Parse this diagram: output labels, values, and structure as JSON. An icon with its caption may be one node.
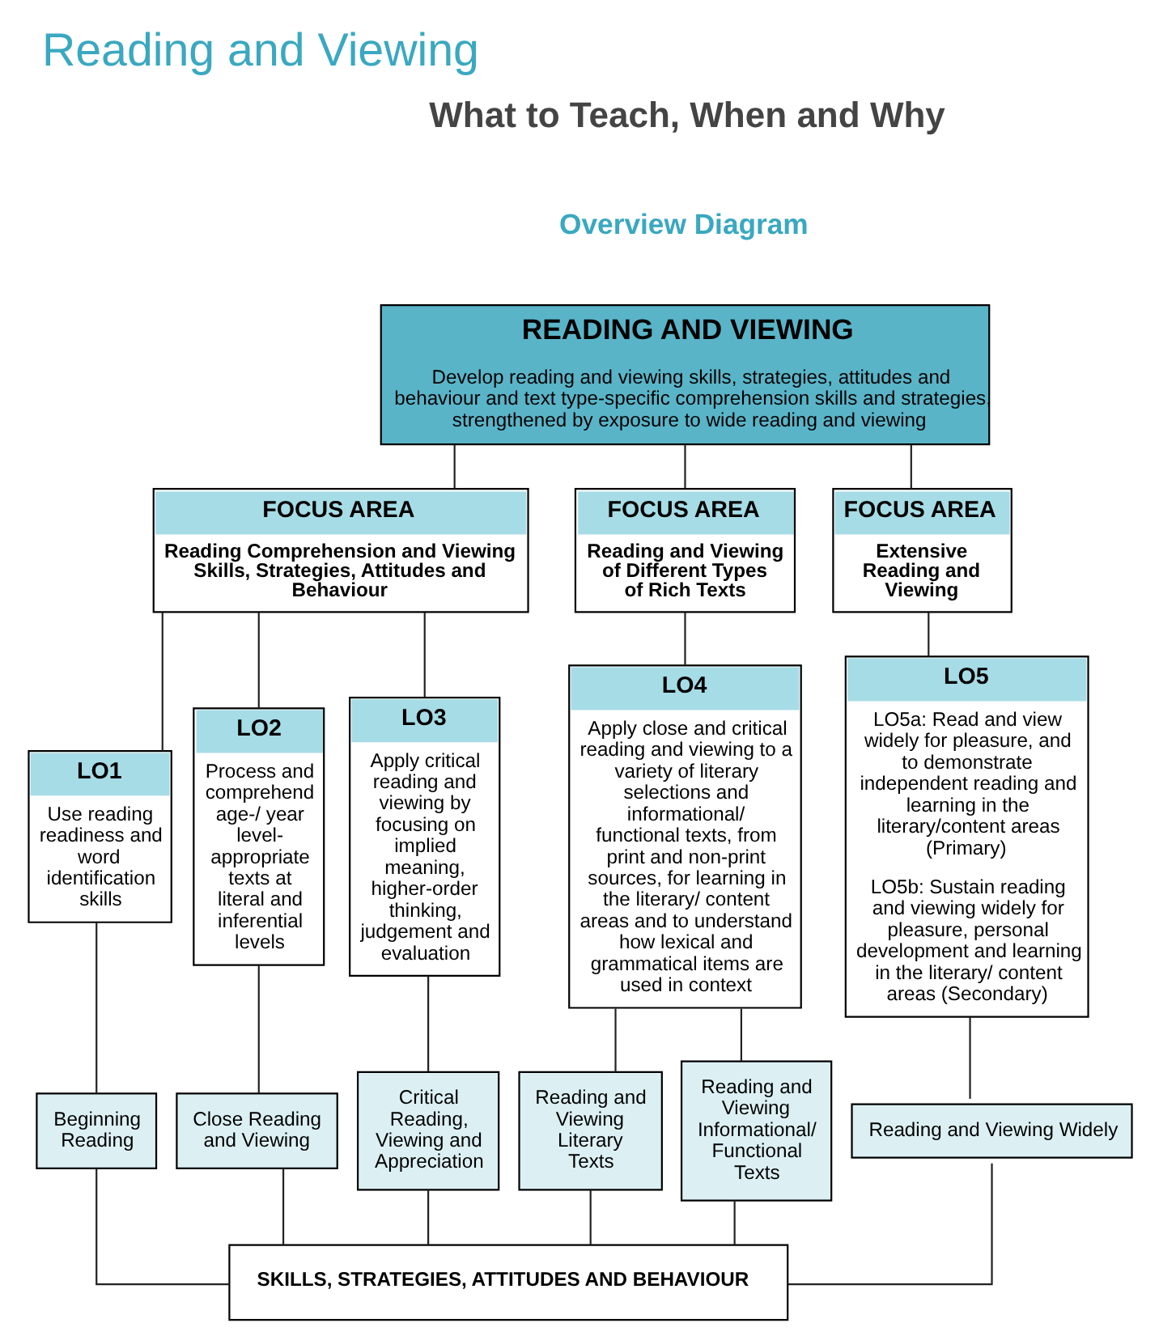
{
  "diagram": {
    "title": "Reading and Viewing",
    "nodes": [
      {
        "text": [
          "READING AND VIEWING",
          "Develop reading and viewing skills, strategies, attitudes and behaviour and text type-specific comprehension skills and strategies, strengthened by exposure to wide reading and viewing"
        ]
      },
      {
        "text": [
          "FOCUS AREA",
          "Reading Comprehension and Viewing Skills, Strategies, Attitudes and Behaviour"
        ]
      },
      {
        "text": [
          "FOCUS AREA",
          "Reading and Viewing of Different Types of Rich Texts"
        ]
      },
      {
        "text": [
          "FOCUS AREA",
          "Extensive Reading and Viewing"
        ]
      },
      {
        "text": [
          "LO1",
          "Use reading readiness and word identification skills"
        ]
      },
      {
        "text": [
          "LO2",
          "Process and comprehend age-/ year level-appropriate texts at literal and inferential levels"
        ]
      },
      {
        "text": [
          "LO3",
          "Apply critical reading and viewing by focusing on implied meaning, higher-order thinking, judgement and evaluation"
        ]
      },
      {
        "text": [
          "LO4",
          "Apply close and critical reading and viewing to a variety of literary selections and informational/ functional texts, from print and non-print sources, for learning in the literary/ content areas and to understand how lexical and grammatical items are used in context"
        ]
      },
      {
        "text": [
          "LO5",
          "LO5a: Read and view widely for pleasure, and to demonstrate independent reading and learning in the literary/content areas (Primary)",
          "LO5b: Sustain reading and viewing widely for pleasure, personal development and learning in the literary/ content areas (Secondary)"
        ]
      },
      {
        "text": [
          "Beginning Reading"
        ]
      },
      {
        "text": [
          "Close Reading and Viewing"
        ]
      },
      {
        "text": [
          "Critical Reading, Viewing and Appreciation"
        ]
      },
      {
        "text": [
          "Reading and Viewing Literary Texts"
        ]
      },
      {
        "text": [
          "Reading and Viewing Informational/ Functional Texts"
        ]
      },
      {
        "text": [
          "Reading and Viewing Widely"
        ]
      },
      {
        "text": [
          "SKILLS, STRATEGIES, ATTITUDES AND BEHAVIOUR"
        ]
      }
    ],
    "edges": [
      {
        "from": 0,
        "to": 1,
        "arrow": "none"
      },
      {
        "from": 0,
        "to": 2,
        "arrow": "none"
      },
      {
        "from": 0,
        "to": 3,
        "arrow": "none"
      },
      {
        "from": 1,
        "to": 4,
        "arrow": "none"
      },
      {
        "from": 1,
        "to": 5,
        "arrow": "none"
      },
      {
        "from": 1,
        "to": 6,
        "arrow": "none"
      },
      {
        "from": 2,
        "to": 7,
        "arrow": "none"
      },
      {
        "from": 3,
        "to": 8,
        "arrow": "none"
      },
      {
        "from": 4,
        "to": 9,
        "arrow": "none"
      },
      {
        "from": 5,
        "to": 10,
        "arrow": "none"
      },
      {
        "from": 6,
        "to": 11,
        "arrow": "none"
      },
      {
        "from": 7,
        "to": 12,
        "arrow": "none"
      },
      {
        "from": 7,
        "to": 13,
        "arrow": "none"
      },
      {
        "from": 8,
        "to": 14,
        "arrow": "none"
      },
      {
        "from": 9,
        "to": 15,
        "arrow": "none"
      },
      {
        "from": 10,
        "to": 15,
        "arrow": "none"
      },
      {
        "from": 11,
        "to": 15,
        "arrow": "none"
      },
      {
        "from": 12,
        "to": 15,
        "arrow": "none"
      },
      {
        "from": 13,
        "to": 15,
        "arrow": "none"
      },
      {
        "from": 14,
        "to": 15,
        "arrow": "none"
      }
    ],
    "labels": [
      "What to Teach, When and Why",
      "Overview Diagram"
    ]
  }
}
